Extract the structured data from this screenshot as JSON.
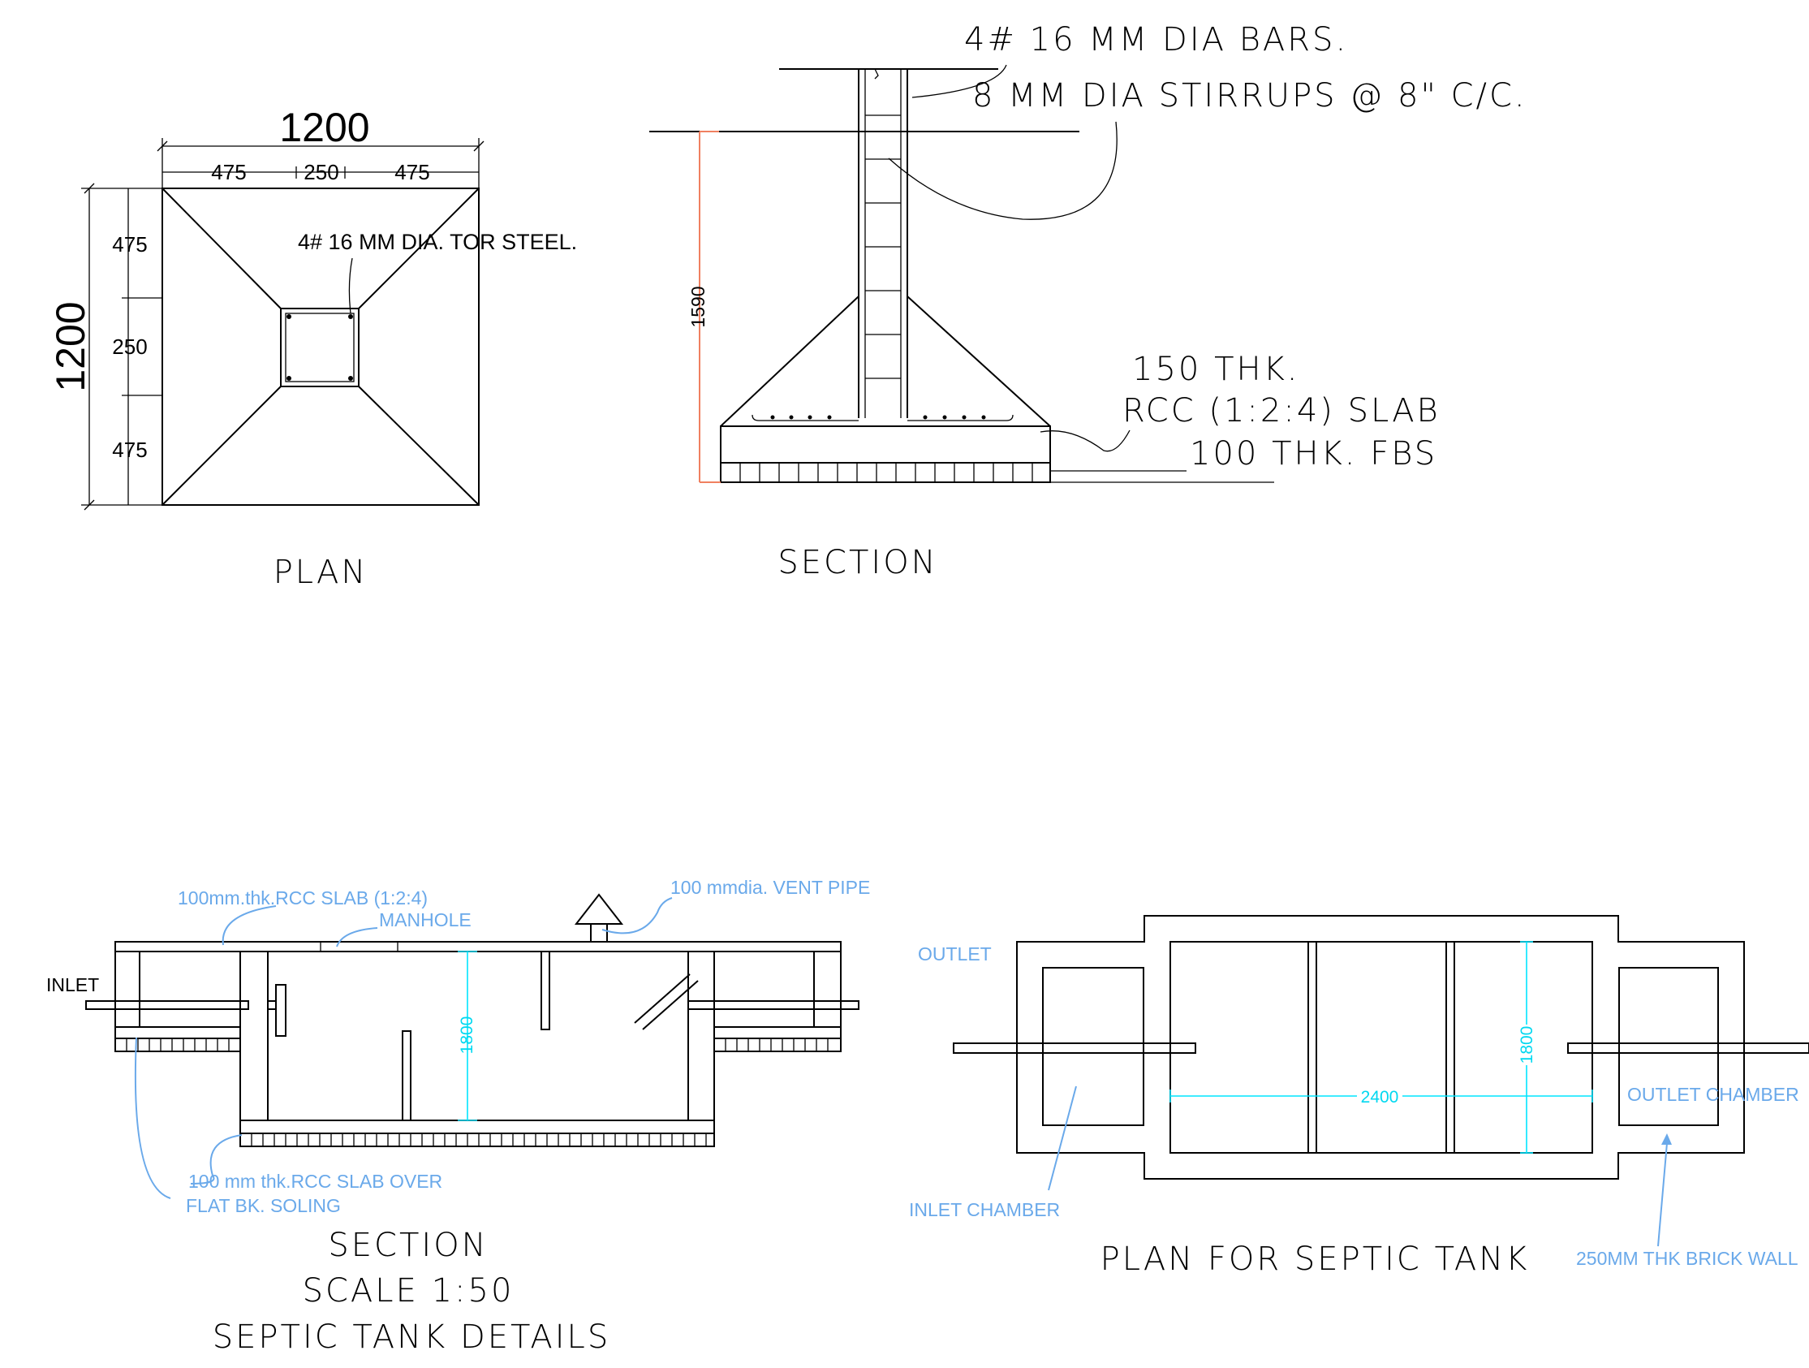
{
  "footing": {
    "plan": {
      "overall_width": "1200",
      "overall_height": "1200",
      "dims_top": [
        "475",
        "250",
        "475"
      ],
      "dims_left": [
        "475",
        "250",
        "475"
      ],
      "bar_note": "4# 16 MM DIA. TOR STEEL.",
      "title": "PLAN"
    },
    "section": {
      "bars_note": "4# 16 MM DIA BARS.",
      "stirrups_note": "8 MM DIA STIRRUPS @ 8\" C/C.",
      "height_dim": "1590",
      "slab_note_1": "150 THK.",
      "slab_note_2": "RCC (1:2:4) SLAB",
      "fbs_note": "100 THK. FBS",
      "title": "SECTION"
    }
  },
  "septic": {
    "section": {
      "slab_label": "100mm.thk.RCC SLAB (1:2:4)",
      "manhole_label": "MANHOLE",
      "vent_label": "100 mmdia. VENT PIPE",
      "inlet_label": "INLET",
      "depth_dim": "1800",
      "base_label_1": "100 mm thk.RCC SLAB OVER",
      "base_label_2": "FLAT BK. SOLING",
      "title": "SECTION",
      "scale": "SCALE 1:50",
      "subtitle": "SEPTIC TANK DETAILS"
    },
    "plan": {
      "outlet_label": "OUTLET",
      "outlet_chamber_label": "OUTLET CHAMBER",
      "inlet_chamber_label": "INLET CHAMBER",
      "length_dim": "2400",
      "width_dim": "1800",
      "wall_label": "250MM THK BRICK WALL",
      "title": "PLAN FOR SEPTIC TANK"
    }
  },
  "colors": {
    "annotation_blue": "#6aa9ea",
    "dimension_cyan": "#00e5ff",
    "dimension_orange": "#f08060"
  }
}
